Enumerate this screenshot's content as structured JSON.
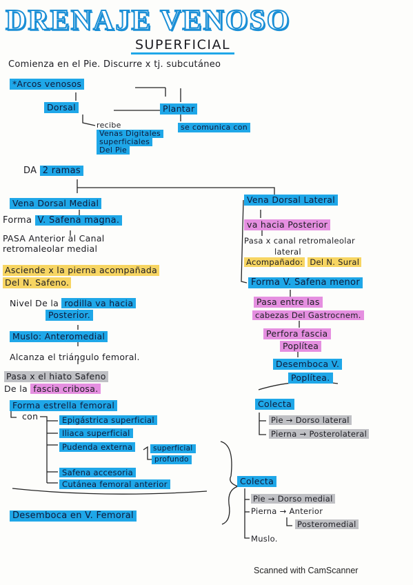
{
  "title": "DRENAJE VENOSO",
  "subtitle": "SUPERFICIAL",
  "intro": "Comienza en el Pie. Discurre x tj. subcutáneo",
  "arcos": "*Arcos venosos",
  "dorsal": "Dorsal",
  "plantar": "Plantar",
  "recibe": [
    "recibe",
    "Venas Digitales",
    "superficiales",
    "Del Pie"
  ],
  "comunica": "se comunica con",
  "da_ramas_prefix": "DA",
  "da_ramas_highlight": "2 ramas",
  "left": {
    "heading": "Vena Dorsal Medial",
    "forma_prefix": "Forma",
    "forma_highlight": "V. Safena magna.",
    "pasa_1": "PASA Anterior al Canal",
    "pasa_2": "retromaleolar medial",
    "asciende_1": "Asciende x la pierna acompañada",
    "asciende_2": "Del N. Safeno.",
    "nivel_prefix": "Nivel De la",
    "nivel_highlight": "rodilla va hacia",
    "posterior": "Posterior.",
    "muslo": "Muslo: Anteromedial",
    "alcanza": "Alcanza el triángulo femoral.",
    "pasa_hiato": "Pasa x el hiato Safeno",
    "de_la": "De la",
    "fascia_cribosa": "fascia cribosa.",
    "forma_estrella": "Forma estrella femoral",
    "con": "con",
    "branches": [
      "Epigástrica superficial",
      "Iliaca superficial",
      "Pudenda externa",
      "Safena accesoria",
      "Cutánea femoral anterior"
    ],
    "pudenda_sub": [
      "superficial",
      "profundo"
    ],
    "desemboca": "Desemboca en V. Femoral"
  },
  "right": {
    "heading": "Vena Dorsal Lateral",
    "va_hacia": "va hacia Posterior",
    "pasa_1": "Pasa x canal retromaleolar",
    "pasa_2": "lateral",
    "acomp_prefix": "Acompañado:",
    "acomp_highlight": "Del N. Sural",
    "forma": "Forma V. Safena menor",
    "pasa_entre": "Pasa entre las",
    "cabezas": "cabezas Del Gastrocnem.",
    "perfora": "Perfora fascia",
    "poplitea": "Poplítea",
    "desemboca": "Desemboca V.",
    "poplitea2": "Poplítea.",
    "colecta_1": "Colecta",
    "colecta_1_items": [
      "Pie → Dorso lateral",
      "Pierna → Posterolateral"
    ],
    "colecta_2": "Colecta",
    "colecta_2_items": [
      "Pie → Dorso medial",
      "Pierna → Anterior",
      "Posteromedial",
      "Muslo."
    ]
  },
  "footer": "Scanned with CamScanner"
}
